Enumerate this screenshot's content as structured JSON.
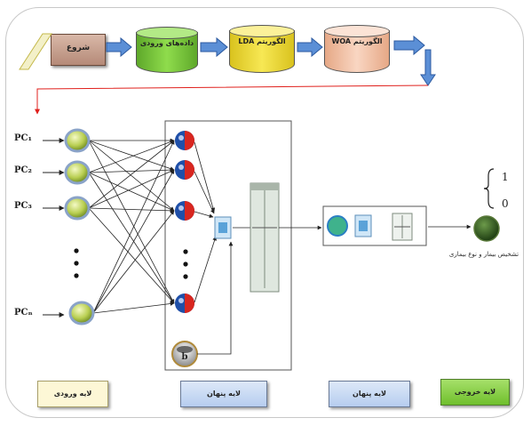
{
  "pipeline": {
    "start_label": "شروع",
    "stages": [
      "داده‌های ورودی",
      "الگوریتم LDA",
      "الگوریتم WOA"
    ],
    "stage_colors": [
      "#7fcf3c",
      "#f2e04a",
      "#f5c4a6"
    ]
  },
  "inputs": {
    "labels": [
      "PC₁",
      "PC₂",
      "PC₃",
      "PCₙ"
    ],
    "ellipsis": "⋮"
  },
  "bias_label": "b",
  "output": {
    "digit_one": "1",
    "digit_zero": "0",
    "label": "تشخیص بیمار و نوع بیماری"
  },
  "layers": {
    "input_layer": "لایه ورودی",
    "hidden_layer_1": "لایه پنهان",
    "hidden_layer_2": "لایه پنهان",
    "output_layer": "لایه خروجی"
  },
  "colors": {
    "input_layer_bg": "#fdf7d6",
    "hidden_layer_bg": "#c9daf4",
    "output_layer_bg": "#8fd14f",
    "arrow": "#5b8fd6",
    "feedback_arrow": "#e0201c"
  }
}
